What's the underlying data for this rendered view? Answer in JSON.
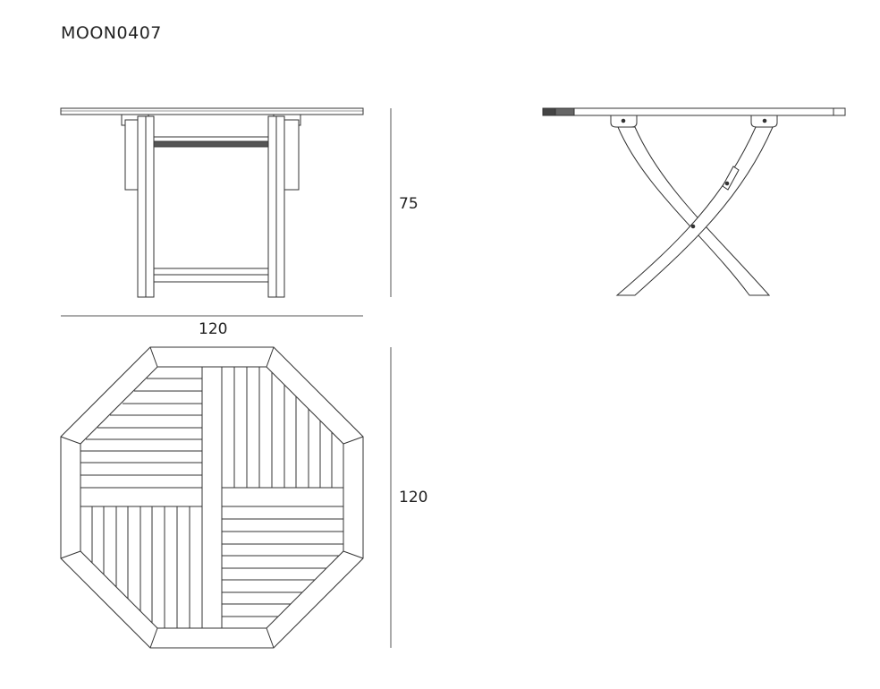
{
  "title": "MOON0407",
  "dimensions": {
    "height": "75",
    "width": "120",
    "depth": "120"
  },
  "views": [
    "front-elevation",
    "side-elevation",
    "top-plan"
  ],
  "colors": {
    "line": "#333333",
    "fill": "#ffffff"
  }
}
